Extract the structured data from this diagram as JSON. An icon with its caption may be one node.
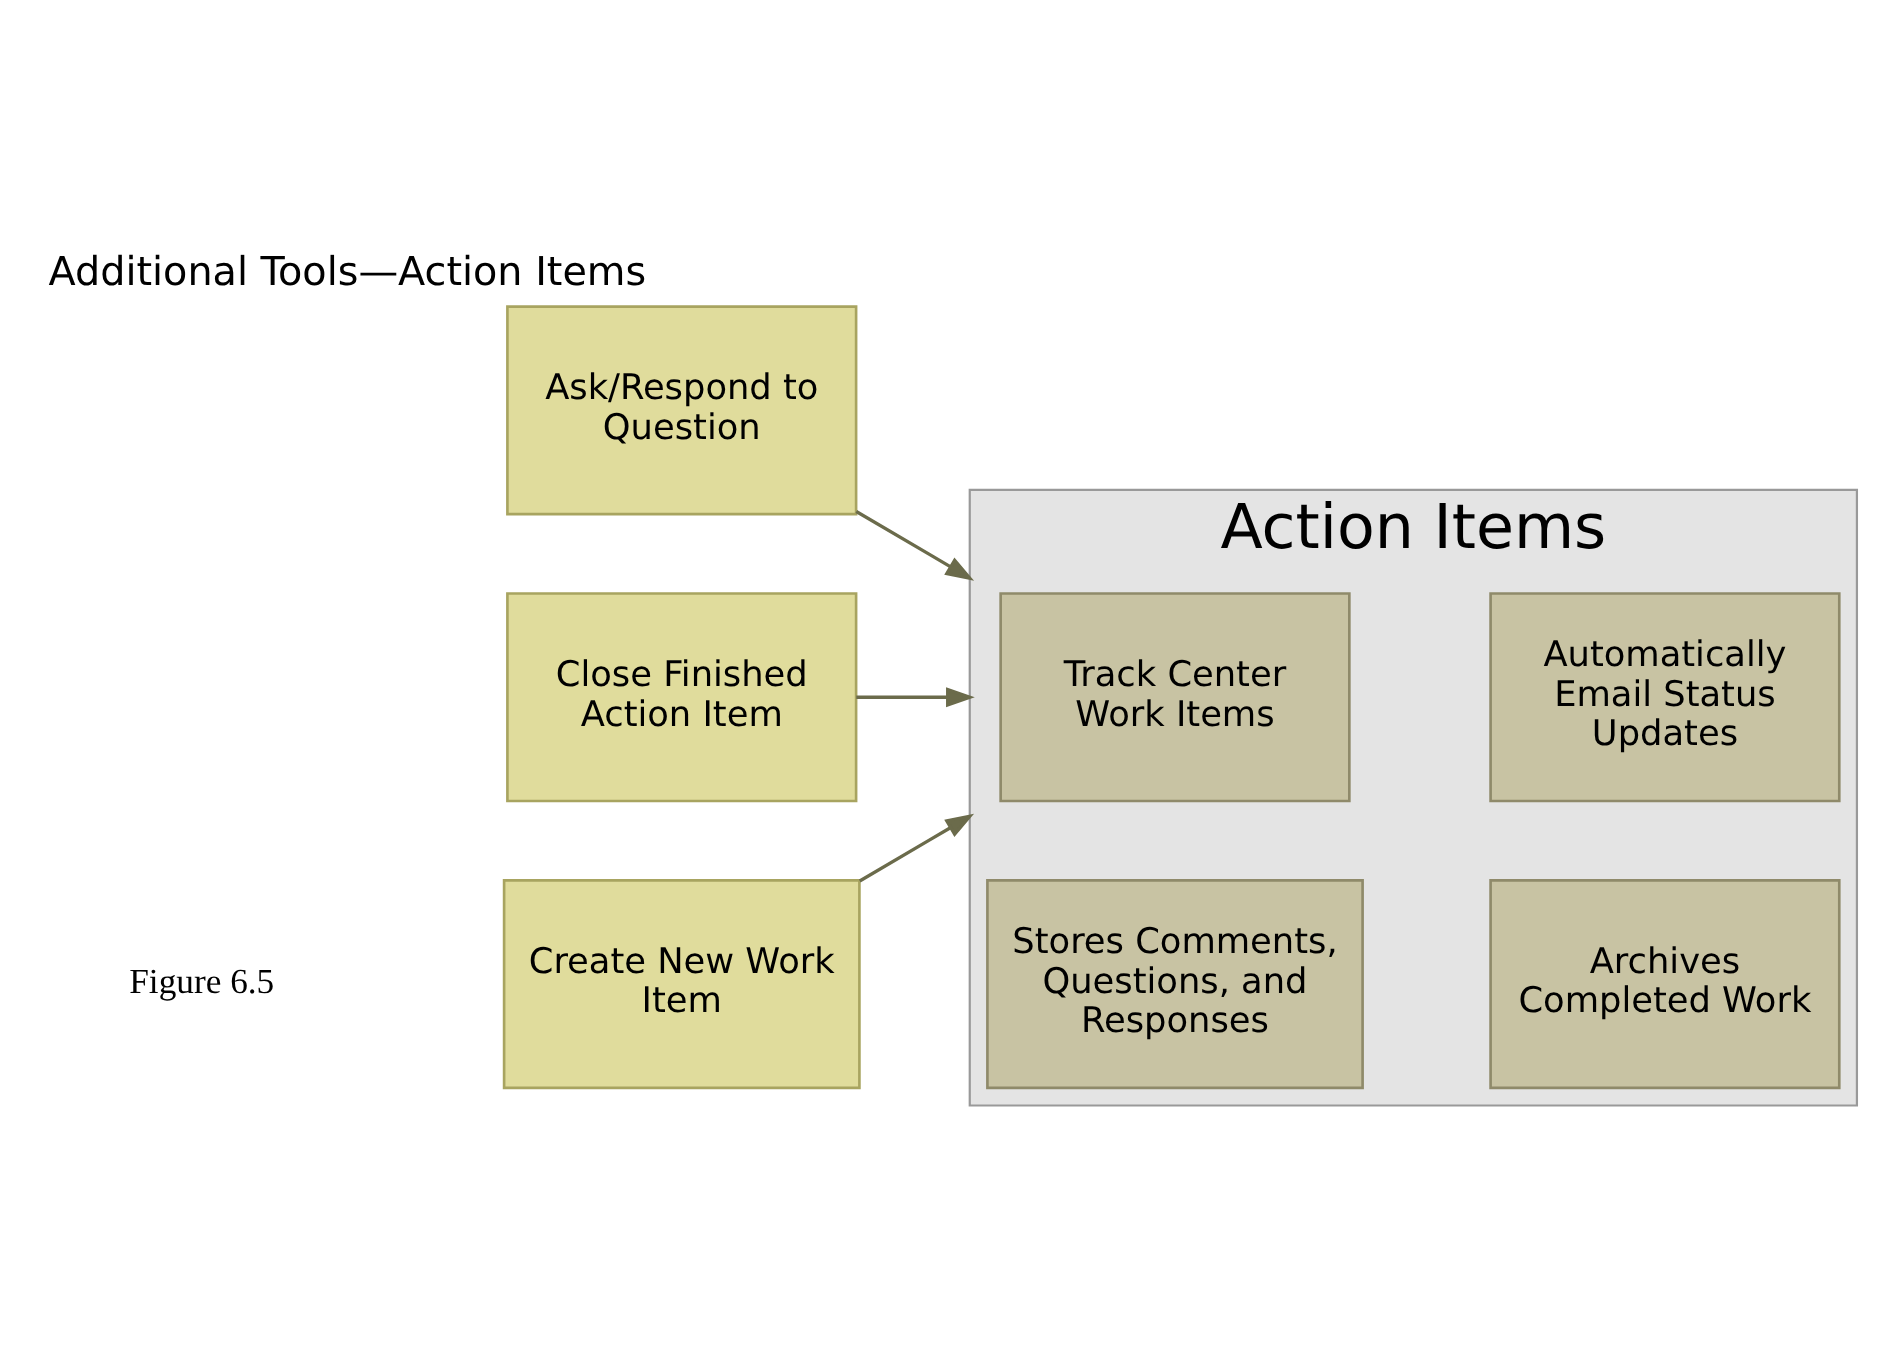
{
  "diagram": {
    "title": "Additional Tools—Action Items",
    "nodes": [
      {
        "text": [
          "Create New Work Item"
        ]
      },
      {
        "text": [
          "Ask/Respond to Question"
        ]
      },
      {
        "text": [
          "Close Finished Action Item"
        ]
      },
      {
        "text": [
          "Action Items"
        ]
      },
      {
        "text": [
          "Track Center Work Items"
        ],
        "in": 3
      },
      {
        "text": [
          "Automatically Email Status Updates"
        ],
        "in": 3
      },
      {
        "text": [
          "Stores Comments, Questions, and Responses"
        ],
        "in": 3
      },
      {
        "text": [
          "Archives Completed Work"
        ],
        "in": 3
      }
    ],
    "edges": [
      {
        "from": 0,
        "to": 3,
        "arrow": "to"
      },
      {
        "from": 1,
        "to": 3,
        "arrow": "to"
      },
      {
        "from": 2,
        "to": 3,
        "arrow": "to"
      }
    ],
    "labels": [
      "Figure 6.5"
    ]
  }
}
